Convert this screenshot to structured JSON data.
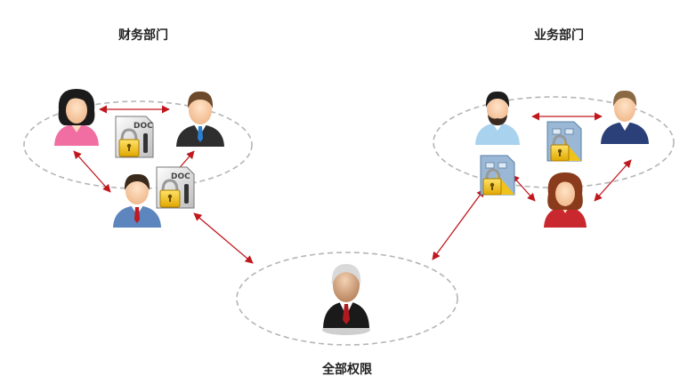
{
  "groups": {
    "finance": {
      "title": "财务部门"
    },
    "business": {
      "title": "业务部门"
    },
    "all": {
      "title": "全部权限"
    }
  },
  "doc_icon_label": "DOC",
  "colors": {
    "arrow": "#c0181e",
    "ellipse": "#b5b5b5",
    "lock_body": "#f2c219",
    "doc_fill": "#d6d6d6"
  },
  "icons": [
    "person-female-pink-icon",
    "person-male-dark-suit-icon",
    "person-male-blue-suit-icon",
    "person-male-beard-icon",
    "person-male-navy-icon",
    "person-female-red-icon",
    "person-executive-icon",
    "locked-doc-icon",
    "locked-chart-icon"
  ]
}
